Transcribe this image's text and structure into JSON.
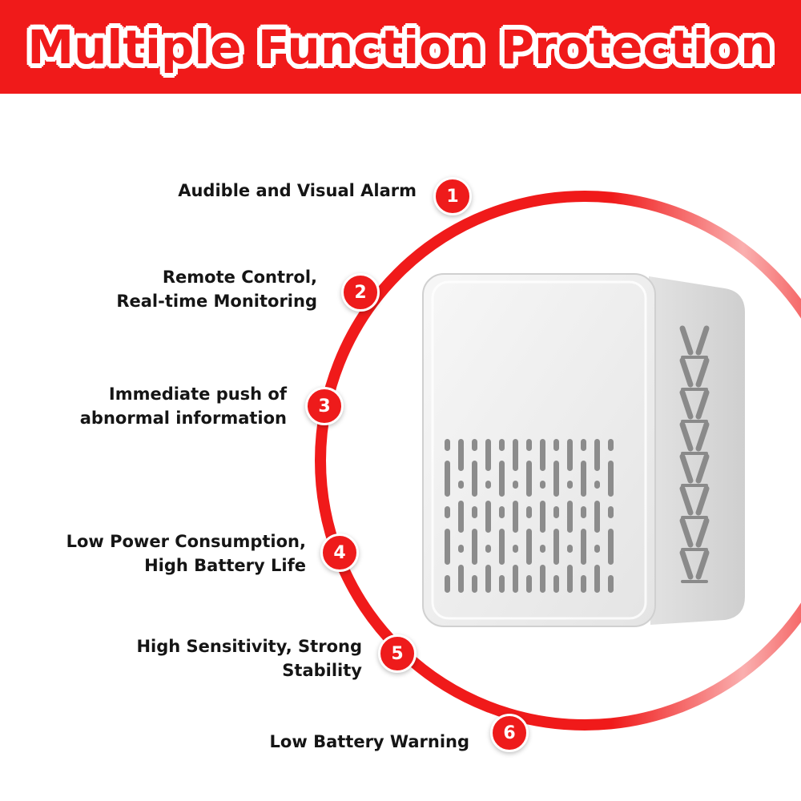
{
  "header": {
    "title": "Multiple Function Protection"
  },
  "features": [
    {
      "number": "1",
      "lines": [
        "Audible and Visual Alarm"
      ]
    },
    {
      "number": "2",
      "lines": [
        "Remote Control,",
        "Real-time Monitoring"
      ]
    },
    {
      "number": "3",
      "lines": [
        "Immediate push of",
        "abnormal information"
      ]
    },
    {
      "number": "4",
      "lines": [
        "Low Power Consumption,",
        "High Battery Life"
      ]
    },
    {
      "number": "5",
      "lines": [
        "High Sensitivity, Strong",
        "Stability"
      ]
    },
    {
      "number": "6",
      "lines": [
        "Low Battery Warning"
      ]
    }
  ],
  "colors": {
    "accent": "#f01a1a",
    "text": "#151515",
    "device_face": "#eeeeee",
    "device_side": "#dcdcdc",
    "vent": "#8c8c8c"
  },
  "icons": [
    "device-image"
  ]
}
